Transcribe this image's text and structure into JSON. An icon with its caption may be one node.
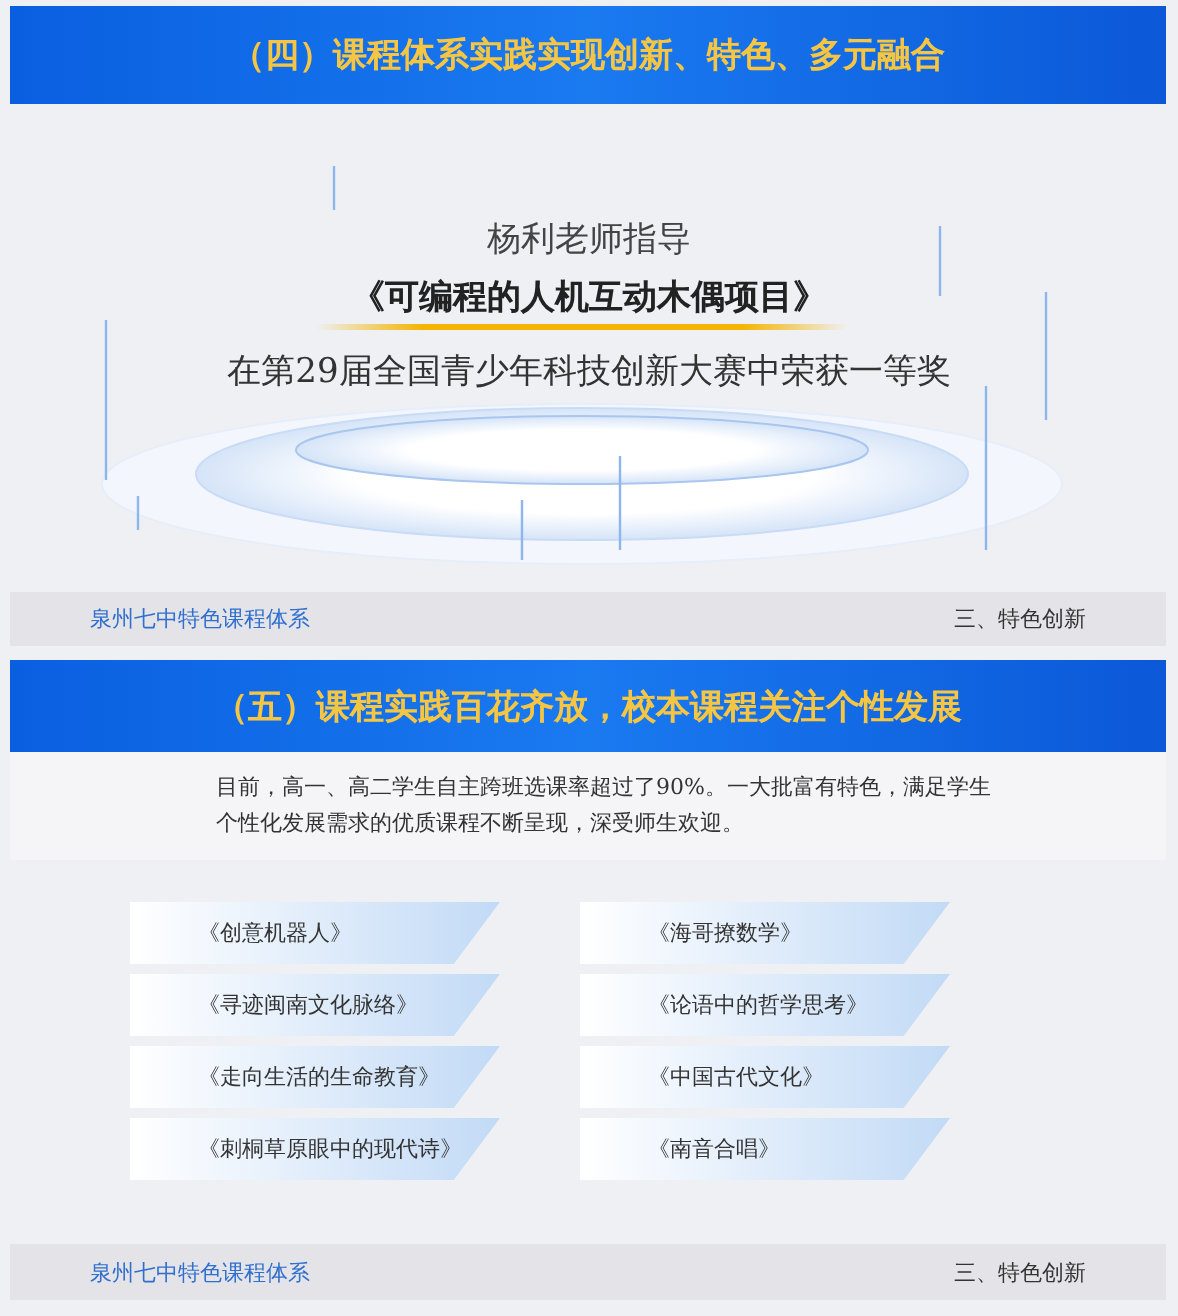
{
  "diagram": {
    "nodes": [
      {
        "text": [
          "（四）课程体系实践实现创新、特色、多元融合"
        ]
      },
      {
        "text": [
          "泉州七中特色课程体系",
          "三、特色创新"
        ]
      },
      {
        "text": [
          "（五）课程实践百花齐放，校本课程关注个性发展"
        ]
      },
      {
        "text": [
          "目前，高一、高二学生自主跨班选课率超过了90%。一大批富有特色，满足学生个性化发展需求的优质课程不断呈现，深受师生欢迎。"
        ]
      },
      {
        "text": [
          "《创意机器人》"
        ]
      },
      {
        "text": [
          "《海哥撩数学》"
        ]
      },
      {
        "text": [
          "《寻迹闽南文化脉络》"
        ]
      },
      {
        "text": [
          "《论语中的哲学思考》"
        ]
      },
      {
        "text": [
          "《走向生活的生命教育》"
        ]
      },
      {
        "text": [
          "《中国古代文化》"
        ]
      },
      {
        "text": [
          "《刺桐草原眼中的现代诗》"
        ]
      },
      {
        "text": [
          "《南音合唱》"
        ]
      },
      {
        "text": [
          "泉州七中特色课程体系",
          "三、特色创新"
        ]
      }
    ],
    "labels": [
      "杨利老师指导",
      "《可编程的人机互动木偶项目》",
      "在第29届全国青少年科技创新大赛中荣获一等奖"
    ]
  }
}
